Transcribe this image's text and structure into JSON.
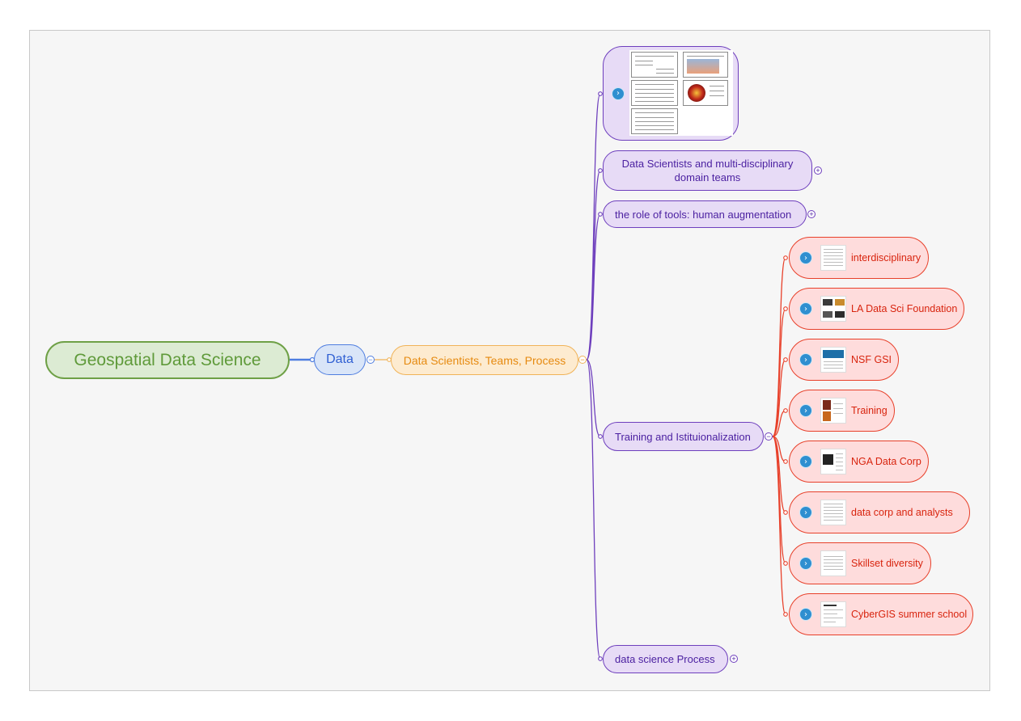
{
  "map": {
    "root": "Geospatial Data Science",
    "level1": "Data",
    "level2": "Data Scientists, Teams, Process",
    "branches": [
      {
        "label": "Data Scientists  and multi-disciplinary\ndomain teams"
      },
      {
        "label": "the role of tools: human augmentation"
      },
      {
        "label": "Training and Istituionalization"
      },
      {
        "label": "data science Process"
      }
    ],
    "training_children": [
      {
        "label": "interdisciplinary"
      },
      {
        "label": "LA Data Sci Foundation"
      },
      {
        "label": "NSF GSI"
      },
      {
        "label": "Training"
      },
      {
        "label": "NGA Data Corp"
      },
      {
        "label": "data corp and analysts"
      },
      {
        "label": "Skillset diversity"
      },
      {
        "label": "CyberGIS summer school"
      }
    ]
  },
  "icons": {
    "nav": "chevron-right-circle-icon",
    "expand": "plus-circle-icon",
    "collapse": "minus-circle-icon"
  },
  "colors": {
    "root_border": "#6ea046",
    "data_border": "#4f7ee0",
    "teams_border": "#f0b358",
    "purple_border": "#6e3fbd",
    "red_border": "#e8402a"
  }
}
